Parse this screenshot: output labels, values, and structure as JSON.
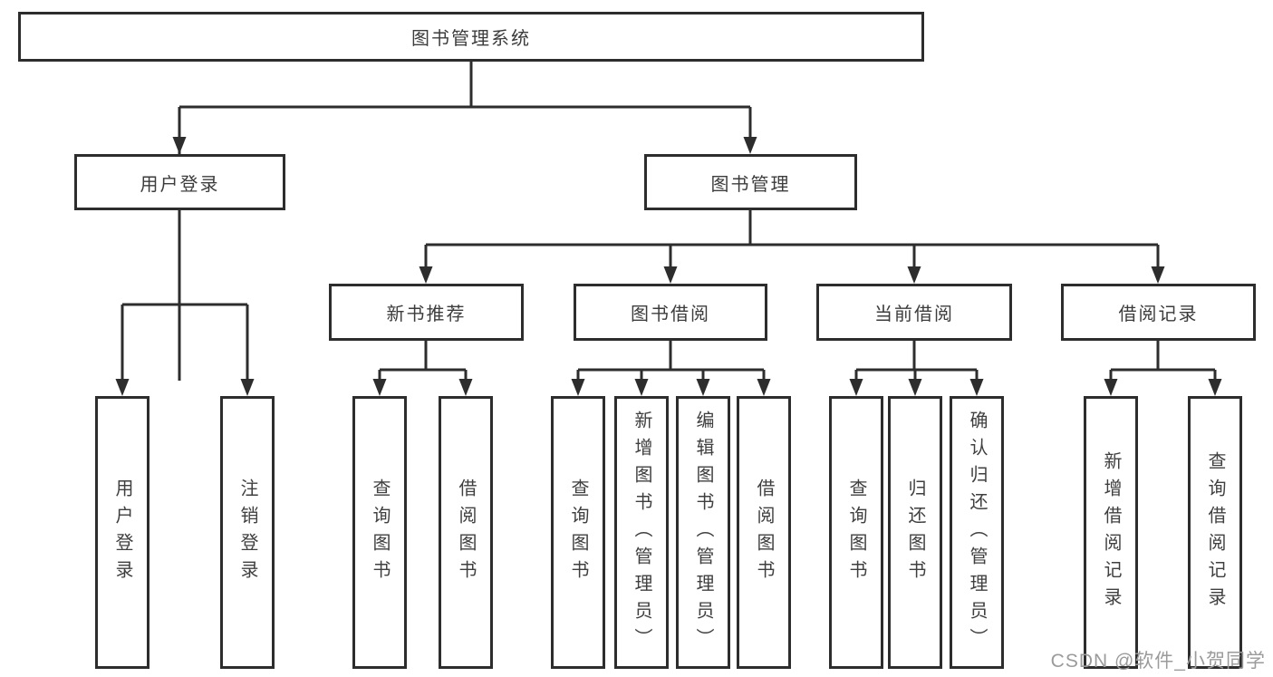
{
  "title": {
    "label": "图书管理系统"
  },
  "nodes": {
    "user_login": {
      "label": "用户登录"
    },
    "book_mgmt": {
      "label": "图书管理"
    },
    "new_books": {
      "label": "新书推荐"
    },
    "book_borrow": {
      "label": "图书借阅"
    },
    "current_borrow": {
      "label": "当前借阅"
    },
    "borrow_records": {
      "label": "借阅记录"
    }
  },
  "leaves": {
    "user_login": [
      "用户登录",
      "注销登录"
    ],
    "new_books": [
      "查询图书",
      "借阅图书"
    ],
    "book_borrow": [
      "查询图书",
      "新增图书（管理员）",
      "编辑图书（管理员）",
      "借阅图书"
    ],
    "current_borrow": [
      "查询图书",
      "归还图书",
      "确认归还（管理员）"
    ],
    "borrow_records": [
      "新增借阅记录",
      "查询借阅记录"
    ]
  },
  "watermark": "CSDN @软件_小贺同学",
  "colors": {
    "line": "#2d2d2d",
    "box_border": "#2d2d2d",
    "text": "#3c3c3c",
    "watermark": "#9b9b9b",
    "background": "#ffffff"
  }
}
